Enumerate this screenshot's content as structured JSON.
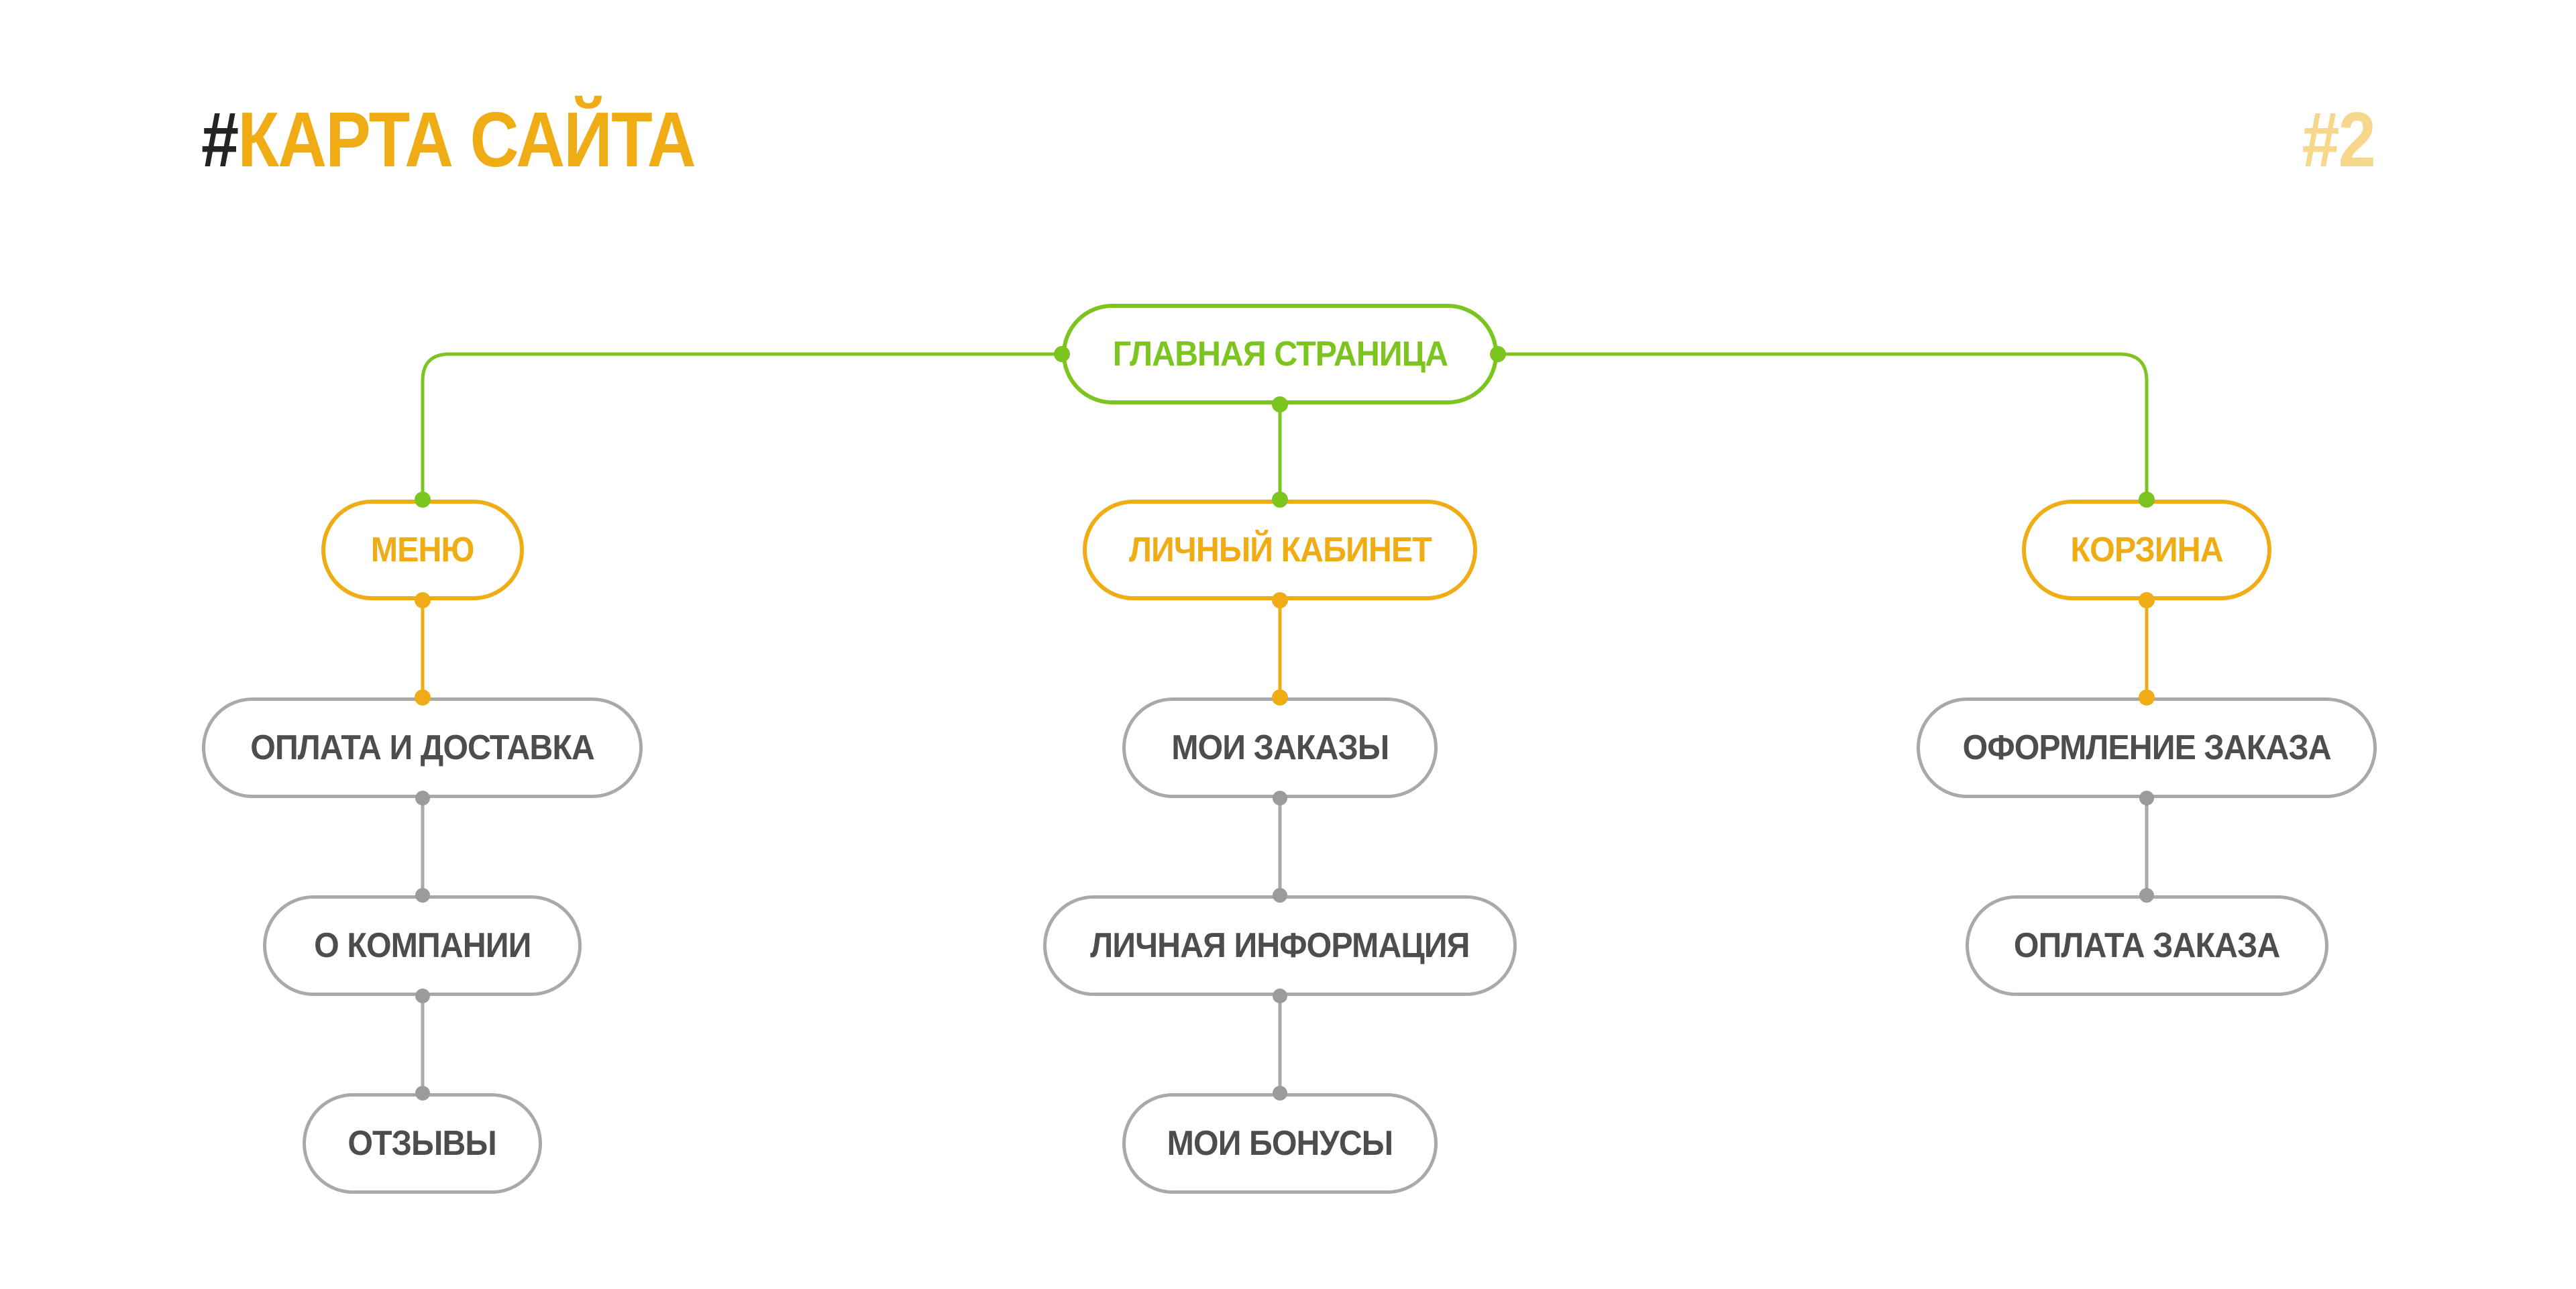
{
  "header": {
    "hash": "#",
    "title": "КАРТА САЙТА",
    "page_number": "#2"
  },
  "colors": {
    "background": "#FFFFFF",
    "title_dark": "#242424",
    "green": "#7CC41E",
    "orange": "#F0AC14",
    "gray_border": "#A9A9A9",
    "gray_dot": "#9B9B9B",
    "text_dark": "#4D4D4D",
    "page_number_gold": "#F6D78C"
  },
  "sitemap": {
    "root": {
      "label": "ГЛАВНАЯ СТРАНИЦА",
      "color": "green"
    },
    "branches": [
      {
        "parent": {
          "label": "МЕНЮ",
          "color": "orange"
        },
        "children": [
          {
            "label": "ОПЛАТА И ДОСТАВКА"
          },
          {
            "label": "О КОМПАНИИ"
          },
          {
            "label": "ОТЗЫВЫ"
          }
        ]
      },
      {
        "parent": {
          "label": "ЛИЧНЫЙ КАБИНЕТ",
          "color": "orange"
        },
        "children": [
          {
            "label": "МОИ ЗАКАЗЫ"
          },
          {
            "label": "ЛИЧНАЯ ИНФОРМАЦИЯ"
          },
          {
            "label": "МОИ БОНУСЫ"
          }
        ]
      },
      {
        "parent": {
          "label": "КОРЗИНА",
          "color": "orange"
        },
        "children": [
          {
            "label": "ОФОРМЛЕНИЕ ЗАКАЗА"
          },
          {
            "label": "ОПЛАТА ЗАКАЗА"
          }
        ]
      }
    ]
  }
}
